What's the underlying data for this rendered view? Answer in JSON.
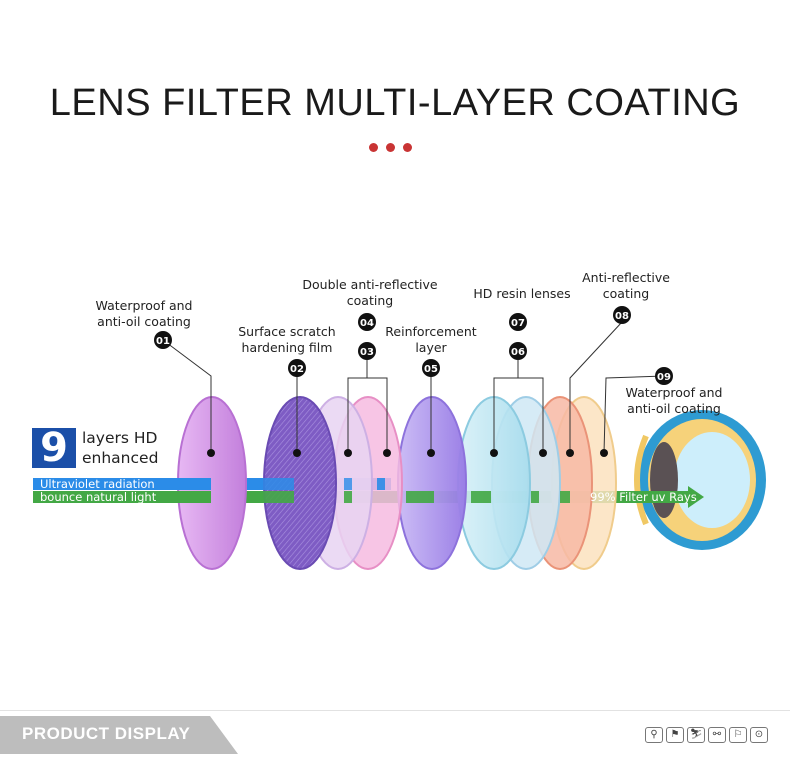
{
  "title": "LENS FILTER MULTI-LAYER COATING",
  "colors": {
    "accent": "#c93434",
    "brand_blue": "#1b4fa8",
    "uv_band": "#2b8ce8",
    "light_band": "#43a845"
  },
  "badge": {
    "number": "9",
    "line1": "layers HD",
    "line2": "enhanced"
  },
  "bands": {
    "uv": "Ultraviolet radiation",
    "natural": "bounce natural light"
  },
  "filter_label": "99% Filter uv Rays",
  "layers": [
    {
      "num": "01",
      "label": [
        "Waterproof and",
        "anti-oil coating"
      ]
    },
    {
      "num": "02",
      "label": [
        "Surface scratch",
        "hardening film"
      ]
    },
    {
      "num": "03",
      "label": []
    },
    {
      "num": "04",
      "label": [
        "Double anti-reflective",
        "coating"
      ]
    },
    {
      "num": "05",
      "label": [
        "Reinforcement",
        "layer"
      ]
    },
    {
      "num": "06",
      "label": []
    },
    {
      "num": "07",
      "label": [
        "HD resin lenses"
      ]
    },
    {
      "num": "08",
      "label": [
        "Anti-reflective",
        "coating"
      ]
    },
    {
      "num": "09",
      "label": [
        "Waterproof and",
        "anti-oil coating"
      ]
    }
  ],
  "footer": {
    "label": "PRODUCT DISPLAY"
  },
  "icons": [
    "cycling-icon",
    "running-icon",
    "skiing-icon",
    "climbing-icon",
    "hiking-icon",
    "driving-icon"
  ],
  "icon_glyphs": [
    "⚲",
    "⚑",
    "⛷",
    "⚯",
    "⚐",
    "⊙"
  ]
}
